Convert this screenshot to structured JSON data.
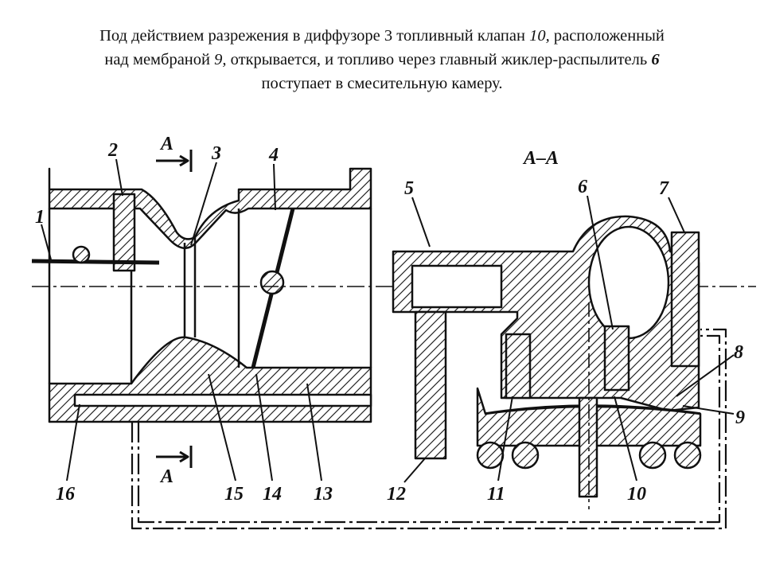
{
  "caption": {
    "seg1": "Под действием разрежения в диффузоре 3 топливный клапан ",
    "seg2": "10,",
    "seg3": " расположенный",
    "seg4": "над мембраной ",
    "seg5": "9,",
    "seg6": " открывается, и топливо через главный жиклер-распылитель ",
    "seg7": "6",
    "seg8": "поступает в смесительную камеру."
  },
  "diagram": {
    "section_label": "А–А",
    "section_marks": [
      "А",
      "А"
    ],
    "labels": [
      "1",
      "2",
      "3",
      "4",
      "5",
      "6",
      "7",
      "8",
      "9",
      "10",
      "11",
      "12",
      "13",
      "14",
      "15",
      "16"
    ]
  },
  "colors": {
    "ink": "#111111",
    "background": "#ffffff"
  }
}
